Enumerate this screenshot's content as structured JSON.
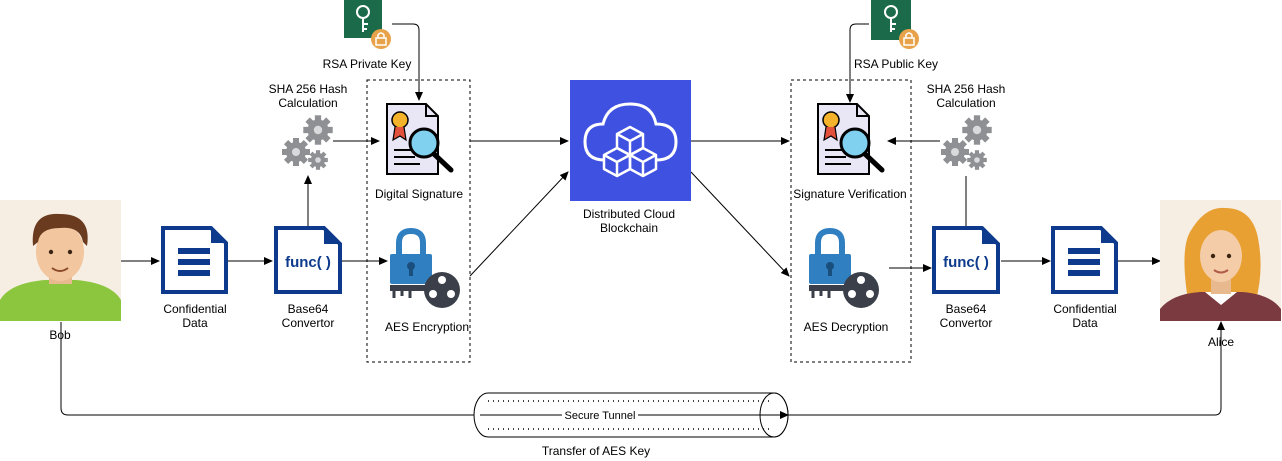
{
  "labels": {
    "rsa_private_key": "RSA Private Key",
    "rsa_public_key": "RSA Public Key",
    "sha_left_line1": "SHA 256 Hash",
    "sha_left_line2": "Calculation",
    "sha_right_line1": "SHA 256 Hash",
    "sha_right_line2": "Calculation",
    "digital_signature": "Digital Signature",
    "signature_verification": "Signature Verification",
    "aes_encryption": "AES Encryption",
    "aes_decryption": "AES Decryption",
    "blockchain_line1": "Distributed Cloud",
    "blockchain_line2": "Blockchain",
    "confidential_left_line1": "Confidential",
    "confidential_left_line2": "Data",
    "confidential_right_line1": "Confidential",
    "confidential_right_line2": "Data",
    "base64_left_line1": "Base64",
    "base64_left_line2": "Convertor",
    "base64_right_line1": "Base64",
    "base64_right_line2": "Convertor",
    "func_left": "func( )",
    "func_right": "func( )",
    "bob": "Bob",
    "alice": "Alice",
    "secure_tunnel": "Secure Tunnel",
    "transfer_aes_key": "Transfer of AES Key"
  },
  "colors": {
    "doc_blue": "#0d3a8c",
    "blockchain_blue": "#3f51e0",
    "key_green": "#1b6b4a",
    "lock_orange": "#e8a24a",
    "aes_blue": "#2f7fc1",
    "aes_dark": "#3a3f4a",
    "gear_gray": "#8e9094"
  },
  "icons": {
    "key": "key-icon",
    "lock_badge": "padlock-icon",
    "gears": "gears-icon",
    "certificate": "certificate-magnifier-icon",
    "document": "document-icon",
    "function_doc": "function-document-icon",
    "aes_lock": "lock-and-key-icon",
    "cloud_blocks": "cloud-blockchain-icon",
    "person_bob": "person-male-avatar",
    "person_alice": "person-female-avatar"
  }
}
